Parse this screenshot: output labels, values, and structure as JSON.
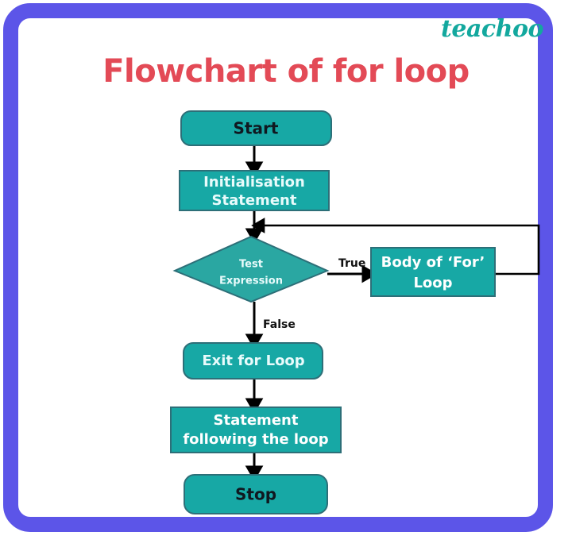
{
  "frame": {
    "border_color": "#5c55e8",
    "background": "#ffffff"
  },
  "brand": {
    "logo_text": "teachoo",
    "logo_color": "#13a89e"
  },
  "header": {
    "title": "Flowchart of for loop",
    "title_color": "#e34a56"
  },
  "theme": {
    "node_fill": "#17a8a5",
    "node_stroke": "#2d6f78",
    "light_text": "#e8fbfb",
    "dark_text": "#101820",
    "connector_color": "#000000"
  },
  "chart_data": {
    "type": "diagram",
    "title": "Flowchart of for loop",
    "nodes": [
      {
        "id": "start",
        "shape": "rounded-rectangle",
        "label": "Start",
        "text_color": "dark"
      },
      {
        "id": "init",
        "shape": "rectangle",
        "label": "Initialisation Statement",
        "line1": "Initialisation",
        "line2": "Statement",
        "text_color": "light"
      },
      {
        "id": "test",
        "shape": "diamond",
        "label": "Test Expression",
        "line1": "Test",
        "line2": "Expression",
        "text_color": "light"
      },
      {
        "id": "body",
        "shape": "rectangle",
        "label": "Body of ‘For’ Loop",
        "line1": "Body of ‘For’",
        "line2": "Loop",
        "text_color": "light"
      },
      {
        "id": "exit",
        "shape": "rounded-rectangle",
        "label": "Exit for Loop",
        "text_color": "light"
      },
      {
        "id": "follow",
        "shape": "rectangle",
        "label": "Statement following the loop",
        "line1": "Statement",
        "line2": "following the loop",
        "text_color": "light"
      },
      {
        "id": "stop",
        "shape": "rounded-rectangle",
        "label": "Stop",
        "text_color": "dark"
      }
    ],
    "edges": [
      {
        "from": "start",
        "to": "init",
        "label": ""
      },
      {
        "from": "init",
        "to": "test",
        "label": ""
      },
      {
        "from": "test",
        "to": "body",
        "label": "True"
      },
      {
        "from": "test",
        "to": "exit",
        "label": "False"
      },
      {
        "from": "body",
        "to": "test",
        "label": "",
        "style": "loop-back"
      },
      {
        "from": "exit",
        "to": "follow",
        "label": ""
      },
      {
        "from": "follow",
        "to": "stop",
        "label": ""
      }
    ],
    "edge_labels": [
      "True",
      "False"
    ]
  }
}
